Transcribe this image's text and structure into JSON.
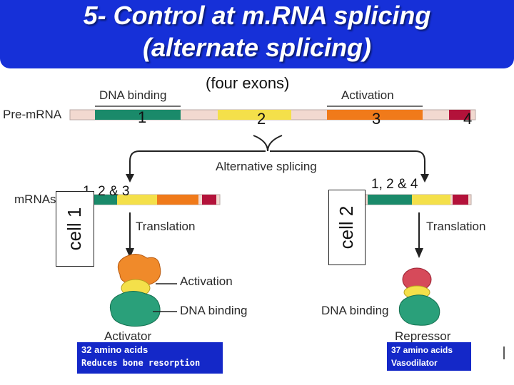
{
  "header": {
    "title_line1": "5- Control at m.RNA splicing",
    "title_line2": "(alternate splicing)",
    "bg_color": "#1630d8"
  },
  "subtitle": "(four exons)",
  "labels": {
    "dna_binding_top": "DNA binding",
    "activation_top": "Activation",
    "pre_mrna": "Pre-mRNA",
    "alternative_splicing": "Alternative splicing",
    "mrnas": "mRNAs",
    "translation_left": "Translation",
    "translation_right": "Translation",
    "activation_protein": "Activation",
    "dna_binding_protein_left": "DNA binding",
    "dna_binding_protein_right": "DNA binding",
    "activator": "Activator",
    "repressor": "Repressor"
  },
  "exons": {
    "n1": "1",
    "n2": "2",
    "n3": "3",
    "n4": "4",
    "colors": {
      "exon1": "#1a8a6a",
      "exon2": "#f4e04a",
      "exon3": "#f07a1a",
      "exon4": "#b3123a",
      "intron": "#f2d9d0"
    }
  },
  "cells": {
    "cell1": {
      "label": "cell 1",
      "exons_text": "1, 2 &  3"
    },
    "cell2": {
      "label": "cell 2",
      "exons_text": "1, 2 &  4"
    }
  },
  "boxes": {
    "left_line1": "32 amino acids",
    "left_line2": "Reduces bone resorption",
    "right_line1": "37 amino acids",
    "right_line2": "Vasodilator",
    "color": "#1428c8"
  }
}
